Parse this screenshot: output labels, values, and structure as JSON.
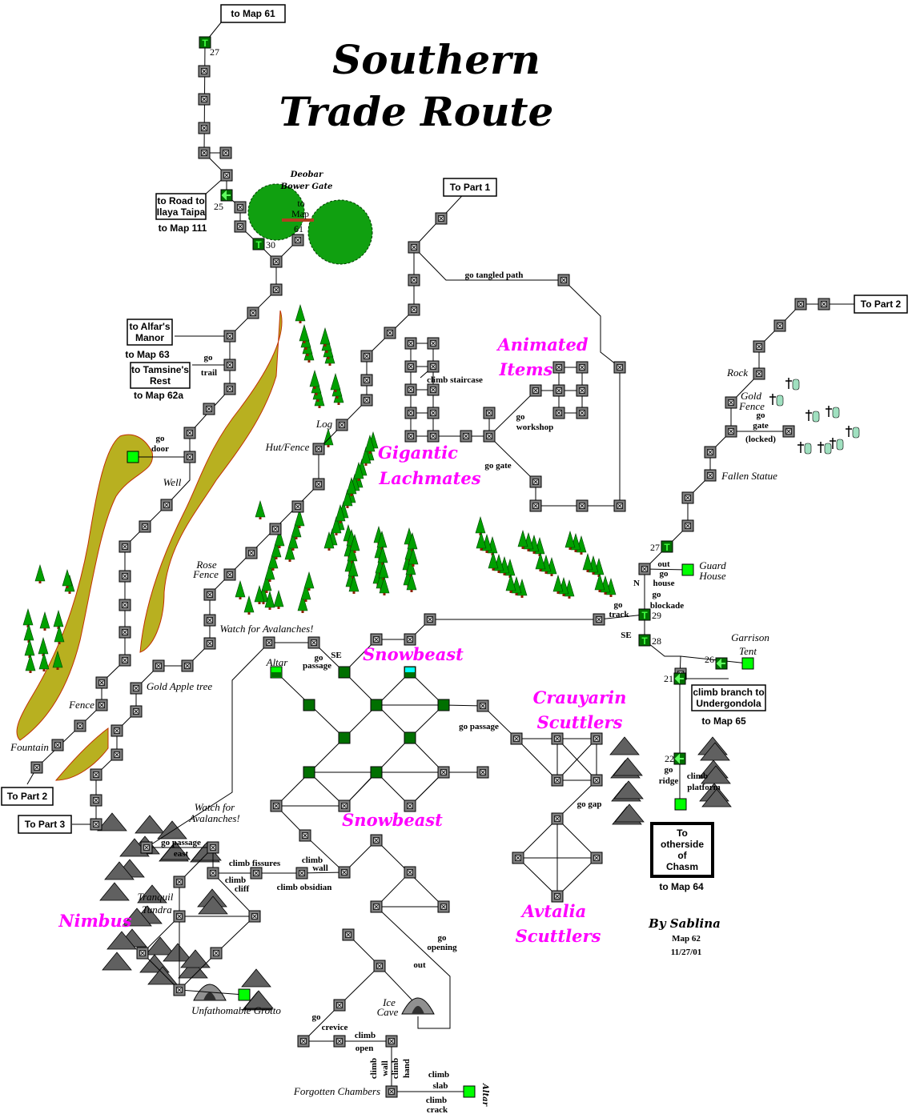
{
  "map": {
    "title_line1": "Southern",
    "title_line2": "Trade Route",
    "credit": {
      "author": "By Sablina",
      "map": "Map 62",
      "date": "11/27/01"
    },
    "colors": {
      "room": "#808080",
      "special_room": "#007000",
      "exit_room": "#00ff00",
      "water_room": "#00ffff",
      "mob_label": "#ff00ff",
      "forest": "#00a000",
      "land": "#c8b000"
    },
    "icons": [
      "room-icon",
      "teleport-room-icon",
      "arrow-room-icon",
      "tree-icon",
      "mountain-icon",
      "cave-icon",
      "grave-icon"
    ],
    "exit_boxes": [
      "to Map 61",
      "to Road to",
      "Ilaya Taipa",
      "To Part 1",
      "to Alfar's",
      "Manor",
      "to Tamsine's",
      "Rest",
      "To Part 2",
      "To Part 2",
      "To Part 3",
      "climb branch to",
      "Undergondola",
      "To",
      "otherside",
      "of",
      "Chasm"
    ],
    "map_refs": [
      "to Map 111",
      "to Map 63",
      "to Map 62a",
      "to Map 65",
      "to Map 64"
    ],
    "room_numbers": [
      "27",
      "25",
      "30",
      "27",
      "29",
      "28",
      "26",
      "21",
      "22"
    ],
    "gate_label": [
      "Deobar",
      "Bower Gate"
    ],
    "gate_exit": [
      "to",
      "Map",
      "61"
    ],
    "directions": [
      "go",
      "trail",
      "go",
      "door",
      "go tangled path",
      "climb staircase",
      "go",
      "workshop",
      "go gate",
      "go",
      "gate",
      "(locked)",
      "out",
      "go",
      "house",
      "go",
      "blockade",
      "N",
      "go",
      "track",
      "SE",
      "go",
      "passage",
      "SE",
      "go passage",
      "go gap",
      "go",
      "ridge",
      "climb",
      "platform",
      "go passage",
      "east",
      "climb fissures",
      "climb",
      "cliff",
      "climb obsidian",
      "climb",
      "wall",
      "go",
      "opening",
      "out",
      "go",
      "crevice",
      "climb",
      "open",
      "climb",
      "slab",
      "climb",
      "crack"
    ],
    "vertical_directions": [
      "climb",
      "wall",
      "climb",
      "hand"
    ],
    "places": [
      "Rock",
      "Gold",
      "Fence",
      "Fallen Statue",
      "Guard",
      "House",
      "Garrison",
      "Tent",
      "Log",
      "Hut/Fence",
      "Well",
      "Rose",
      "Fence",
      "Watch for Avalanches!",
      "Altar",
      "Gold Apple tree",
      "Fence",
      "Fountain",
      "Watch for",
      "Avalanches!",
      "Tranquil",
      "Tundra",
      "Unfathomable Grotto",
      "Ice",
      "Cave",
      "Forgotten Chambers"
    ],
    "altar_vertical": "Altar",
    "mobs": [
      "Animated",
      "Items",
      "Gigantic",
      "Lachmates",
      "Snowbeast",
      "Snowbeast",
      "Crauyarin",
      "Scuttlers",
      "Nimbus",
      "Avtalia",
      "Scuttlers"
    ]
  }
}
